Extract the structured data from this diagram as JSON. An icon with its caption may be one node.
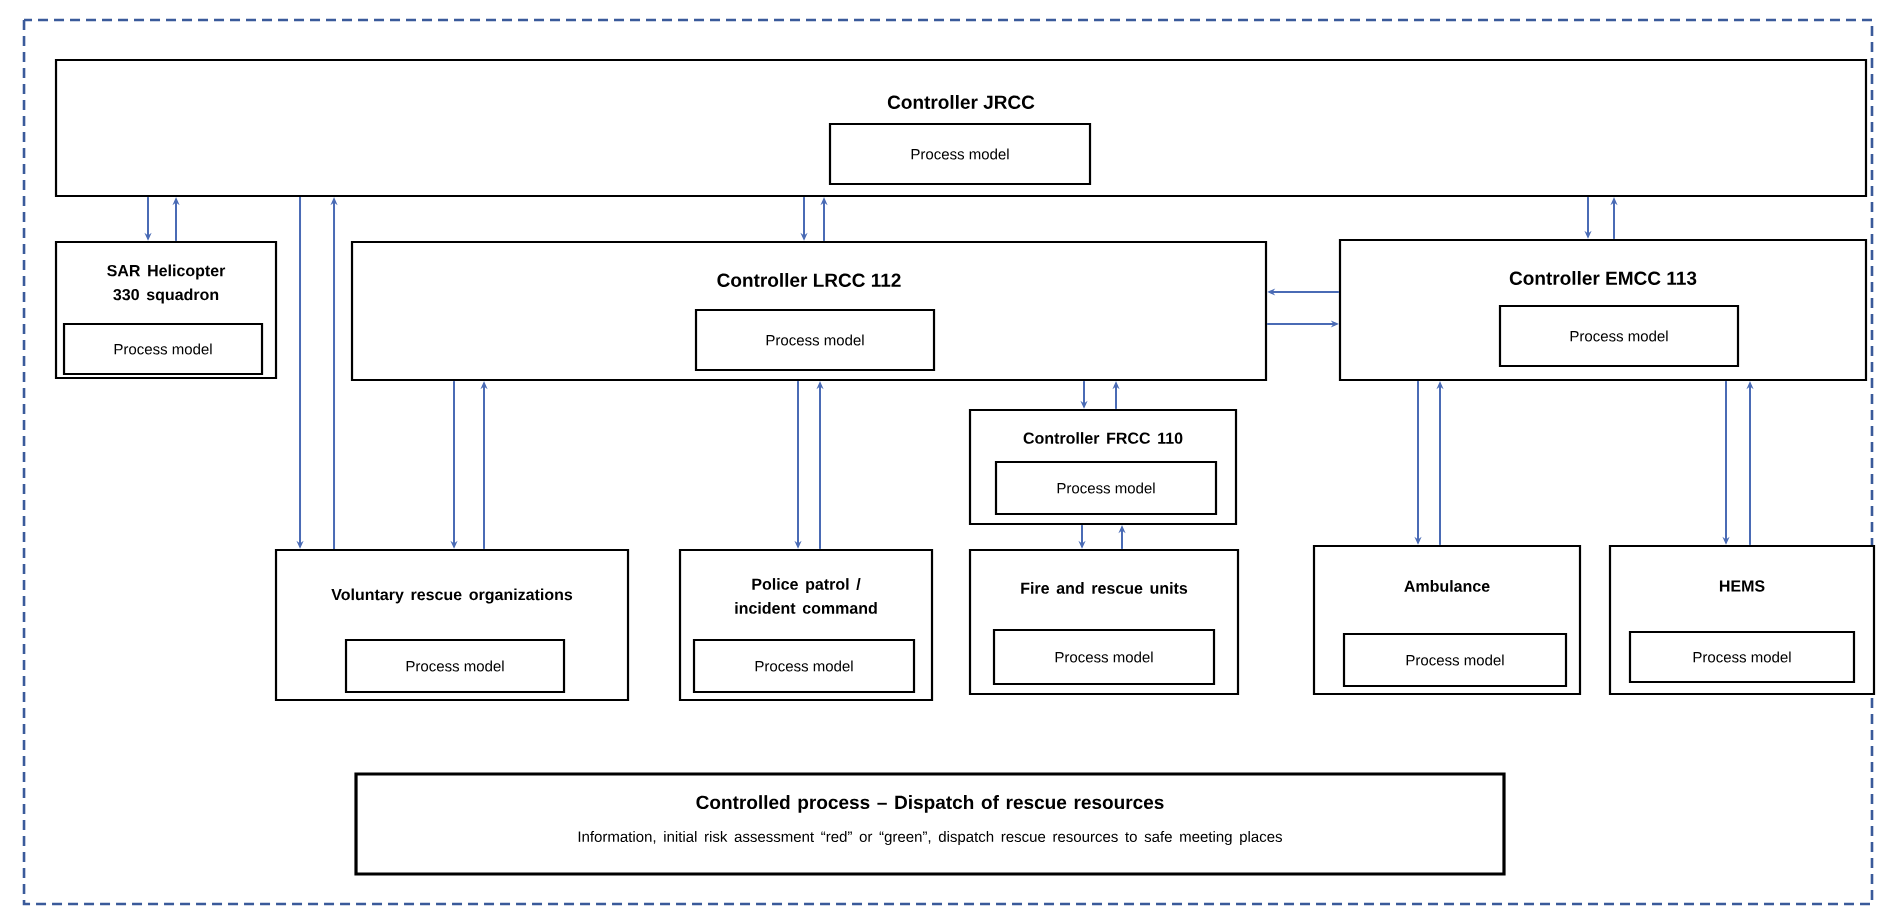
{
  "diagram": {
    "nodes": [
      {
        "text": [
          "Controller JRCC"
        ]
      },
      {
        "text": [
          "Process model"
        ],
        "in": 0
      },
      {
        "text": [
          "SAR Helicopter 330 squadron"
        ]
      },
      {
        "text": [
          "Process model"
        ],
        "in": 2
      },
      {
        "text": [
          "Controller LRCC 112"
        ]
      },
      {
        "text": [
          "Process model"
        ],
        "in": 4
      },
      {
        "text": [
          "Controller EMCC 113"
        ]
      },
      {
        "text": [
          "Process model"
        ],
        "in": 6
      },
      {
        "text": [
          "Controller FRCC 110"
        ]
      },
      {
        "text": [
          "Process model"
        ],
        "in": 8
      },
      {
        "text": [
          "Voluntary rescue organizations"
        ]
      },
      {
        "text": [
          "Process model"
        ],
        "in": 10
      },
      {
        "text": [
          "Police patrol / incident command"
        ]
      },
      {
        "text": [
          "Process model"
        ],
        "in": 12
      },
      {
        "text": [
          "Fire and rescue units"
        ]
      },
      {
        "text": [
          "Process model"
        ],
        "in": 14
      },
      {
        "text": [
          "Ambulance"
        ]
      },
      {
        "text": [
          "Process model"
        ],
        "in": 16
      },
      {
        "text": [
          "HEMS"
        ]
      },
      {
        "text": [
          "Process model"
        ],
        "in": 18
      },
      {
        "text": [
          "Controlled process – Dispatch of rescue resources",
          "Information, initial risk assessment “red” or “green”, dispatch rescue resources to safe meeting places"
        ]
      }
    ],
    "edges": [
      {
        "from": 0,
        "to": 2,
        "arrow": "to"
      },
      {
        "from": 2,
        "to": 0,
        "arrow": "to"
      },
      {
        "from": 0,
        "to": 10,
        "arrow": "to"
      },
      {
        "from": 10,
        "to": 0,
        "arrow": "to"
      },
      {
        "from": 0,
        "to": 4,
        "arrow": "to"
      },
      {
        "from": 4,
        "to": 0,
        "arrow": "to"
      },
      {
        "from": 0,
        "to": 6,
        "arrow": "to"
      },
      {
        "from": 6,
        "to": 0,
        "arrow": "to"
      },
      {
        "from": 6,
        "to": 4,
        "arrow": "to"
      },
      {
        "from": 4,
        "to": 6,
        "arrow": "to"
      },
      {
        "from": 4,
        "to": 10,
        "arrow": "to"
      },
      {
        "from": 10,
        "to": 4,
        "arrow": "to"
      },
      {
        "from": 4,
        "to": 12,
        "arrow": "to"
      },
      {
        "from": 12,
        "to": 4,
        "arrow": "to"
      },
      {
        "from": 4,
        "to": 8,
        "arrow": "to"
      },
      {
        "from": 8,
        "to": 4,
        "arrow": "to"
      },
      {
        "from": 8,
        "to": 14,
        "arrow": "to"
      },
      {
        "from": 14,
        "to": 8,
        "arrow": "to"
      },
      {
        "from": 6,
        "to": 16,
        "arrow": "to"
      },
      {
        "from": 16,
        "to": 6,
        "arrow": "to"
      },
      {
        "from": 6,
        "to": 18,
        "arrow": "to"
      },
      {
        "from": 18,
        "to": 6,
        "arrow": "to"
      }
    ]
  }
}
